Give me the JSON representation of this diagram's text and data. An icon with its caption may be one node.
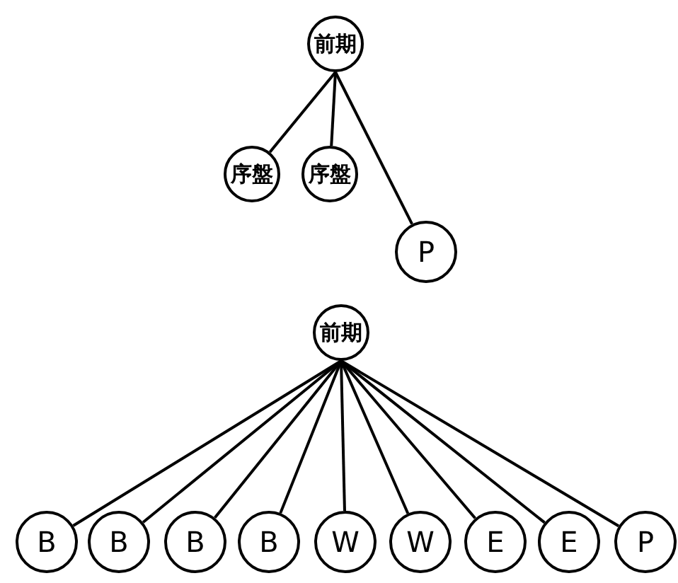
{
  "diagram": {
    "nodes": [
      {
        "text": [
          "前期"
        ]
      },
      {
        "text": [
          "序盤"
        ]
      },
      {
        "text": [
          "序盤"
        ]
      },
      {
        "text": [
          "P"
        ]
      },
      {
        "text": [
          "前期"
        ]
      },
      {
        "text": [
          "B"
        ]
      },
      {
        "text": [
          "B"
        ]
      },
      {
        "text": [
          "B"
        ]
      },
      {
        "text": [
          "B"
        ]
      },
      {
        "text": [
          "W"
        ]
      },
      {
        "text": [
          "W"
        ]
      },
      {
        "text": [
          "E"
        ]
      },
      {
        "text": [
          "E"
        ]
      },
      {
        "text": [
          "P"
        ]
      }
    ],
    "edges": [
      {
        "from": 0,
        "to": 1,
        "arrow": "none"
      },
      {
        "from": 0,
        "to": 2,
        "arrow": "none"
      },
      {
        "from": 0,
        "to": 3,
        "arrow": "none"
      },
      {
        "from": 4,
        "to": 5,
        "arrow": "none"
      },
      {
        "from": 4,
        "to": 6,
        "arrow": "none"
      },
      {
        "from": 4,
        "to": 7,
        "arrow": "none"
      },
      {
        "from": 4,
        "to": 8,
        "arrow": "none"
      },
      {
        "from": 4,
        "to": 9,
        "arrow": "none"
      },
      {
        "from": 4,
        "to": 10,
        "arrow": "none"
      },
      {
        "from": 4,
        "to": 11,
        "arrow": "none"
      },
      {
        "from": 4,
        "to": 12,
        "arrow": "none"
      },
      {
        "from": 4,
        "to": 13,
        "arrow": "none"
      }
    ]
  }
}
